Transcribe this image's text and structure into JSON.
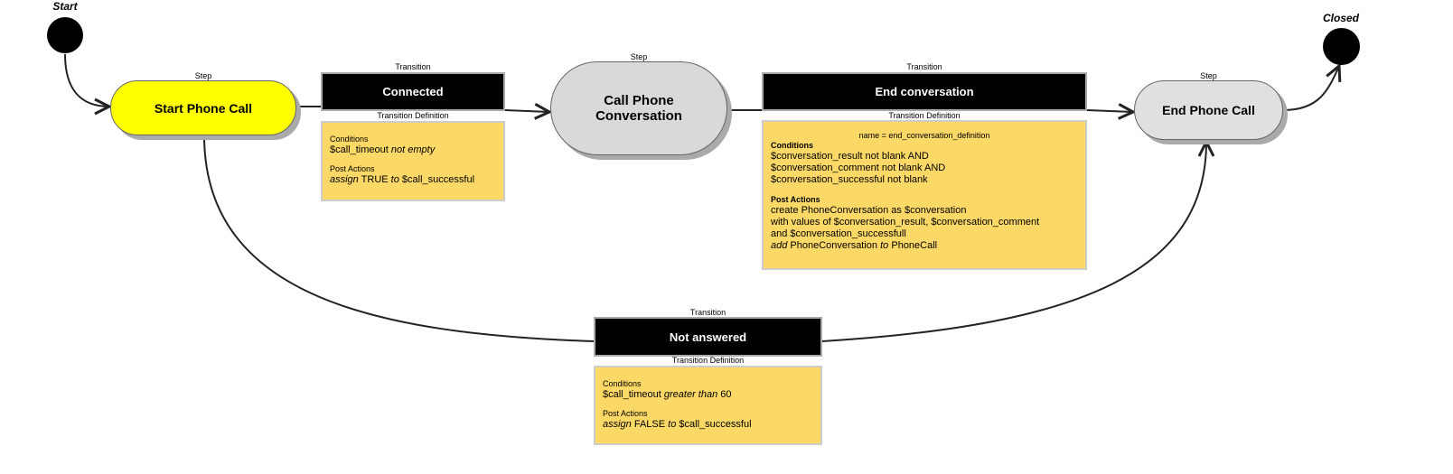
{
  "start": {
    "label": "Start"
  },
  "closed": {
    "label": "Closed"
  },
  "steps": [
    {
      "type_label": "Step",
      "name": "Start Phone Call",
      "color": "#ffff00"
    },
    {
      "type_label": "Step",
      "name": "Call Phone Conversation",
      "color": "#d9d9d9"
    },
    {
      "type_label": "Step",
      "name": "End Phone Call",
      "color": "#e0e0e0"
    }
  ],
  "transitions": [
    {
      "type_label": "Transition",
      "name": "Connected",
      "def_label": "Transition Definition",
      "conditions_label": "Conditions",
      "condition_var": "$call_timeout",
      "condition_op": "not empty",
      "post_label": "Post Actions",
      "post_verb": "assign",
      "post_value": "TRUE",
      "post_to": "to",
      "post_target": "$call_successful"
    },
    {
      "type_label": "Transition",
      "name": "End conversation",
      "def_label": "Transition Definition",
      "def_name": "name = end_conversation_definition",
      "conditions_label": "Conditions",
      "conditions": [
        "$conversation_result not blank AND",
        "$conversation_comment not blank AND",
        "$conversation_successful not blank"
      ],
      "post_label": "Post Actions",
      "post_actions": [
        "create PhoneConversation as $conversation",
        "with values of $conversation_result, $conversation_comment",
        "and $conversation_successfull"
      ],
      "post_last_verb": "add",
      "post_last_obj": "PhoneConversation",
      "post_last_to": "to",
      "post_last_target": "PhoneCall"
    },
    {
      "type_label": "Transition",
      "name": "Not answered",
      "def_label": "Transition Definition",
      "conditions_label": "Conditions",
      "condition_var": "$call_timeout",
      "condition_op": "greater than",
      "condition_val": "60",
      "post_label": "Post Actions",
      "post_verb": "assign",
      "post_value": "FALSE",
      "post_to": "to",
      "post_target": "$call_successful"
    }
  ],
  "colors": {
    "transition_def": "#fcd867",
    "transition": "#000000"
  }
}
